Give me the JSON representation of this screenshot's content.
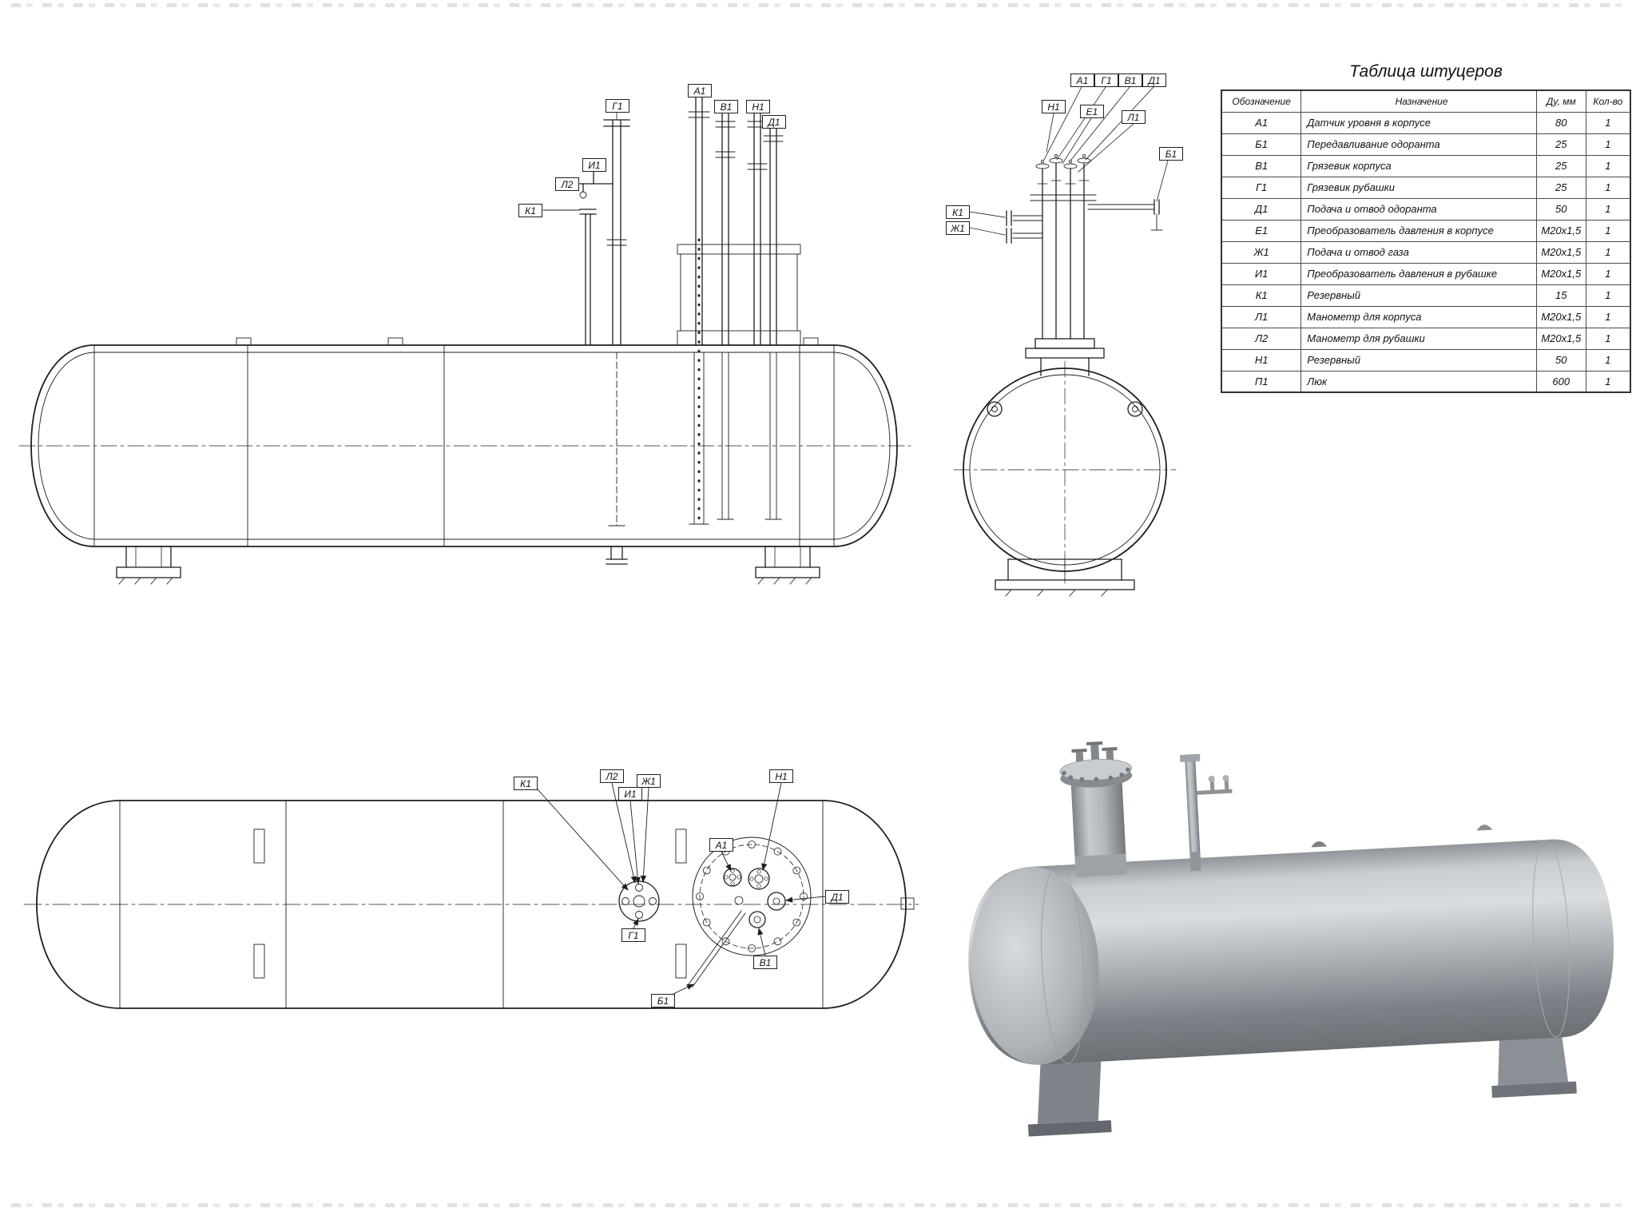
{
  "sheet": {
    "background": "#ffffff",
    "line_color": "#1f1f1f",
    "render_body_color": "#9aa0a5"
  },
  "nozzle_table": {
    "title": "Таблица штуцеров",
    "headers": {
      "designation": "Обозначение",
      "purpose": "Назначение",
      "dn": "Ду, мм",
      "qty": "Кол-во"
    },
    "rows": [
      {
        "designation": "А1",
        "purpose": "Датчик уровня в корпусе",
        "dn": "80",
        "qty": "1"
      },
      {
        "designation": "Б1",
        "purpose": "Передавливание одоранта",
        "dn": "25",
        "qty": "1"
      },
      {
        "designation": "В1",
        "purpose": "Грязевик корпуса",
        "dn": "25",
        "qty": "1"
      },
      {
        "designation": "Г1",
        "purpose": "Грязевик рубашки",
        "dn": "25",
        "qty": "1"
      },
      {
        "designation": "Д1",
        "purpose": "Подача и отвод одоранта",
        "dn": "50",
        "qty": "1"
      },
      {
        "designation": "Е1",
        "purpose": "Преобразователь давления в корпусе",
        "dn": "М20х1,5",
        "qty": "1"
      },
      {
        "designation": "Ж1",
        "purpose": "Подача и отвод газа",
        "dn": "М20х1,5",
        "qty": "1"
      },
      {
        "designation": "И1",
        "purpose": "Преобразователь давления в рубашке",
        "dn": "М20х1,5",
        "qty": "1"
      },
      {
        "designation": "К1",
        "purpose": "Резервный",
        "dn": "15",
        "qty": "1"
      },
      {
        "designation": "Л1",
        "purpose": "Манометр для корпуса",
        "dn": "М20х1,5",
        "qty": "1"
      },
      {
        "designation": "Л2",
        "purpose": "Манометр для рубашки",
        "dn": "М20х1,5",
        "qty": "1"
      },
      {
        "designation": "Н1",
        "purpose": "Резервный",
        "dn": "50",
        "qty": "1"
      },
      {
        "designation": "П1",
        "purpose": "Люк",
        "dn": "600",
        "qty": "1"
      }
    ]
  },
  "nozzle_labels": {
    "a1": "А1",
    "b1": "Б1",
    "v1": "В1",
    "g1": "Г1",
    "d1": "Д1",
    "e1": "Е1",
    "zh1": "Ж1",
    "i1": "И1",
    "k1": "К1",
    "l1": "Л1",
    "l2": "Л2",
    "n1": "Н1"
  }
}
